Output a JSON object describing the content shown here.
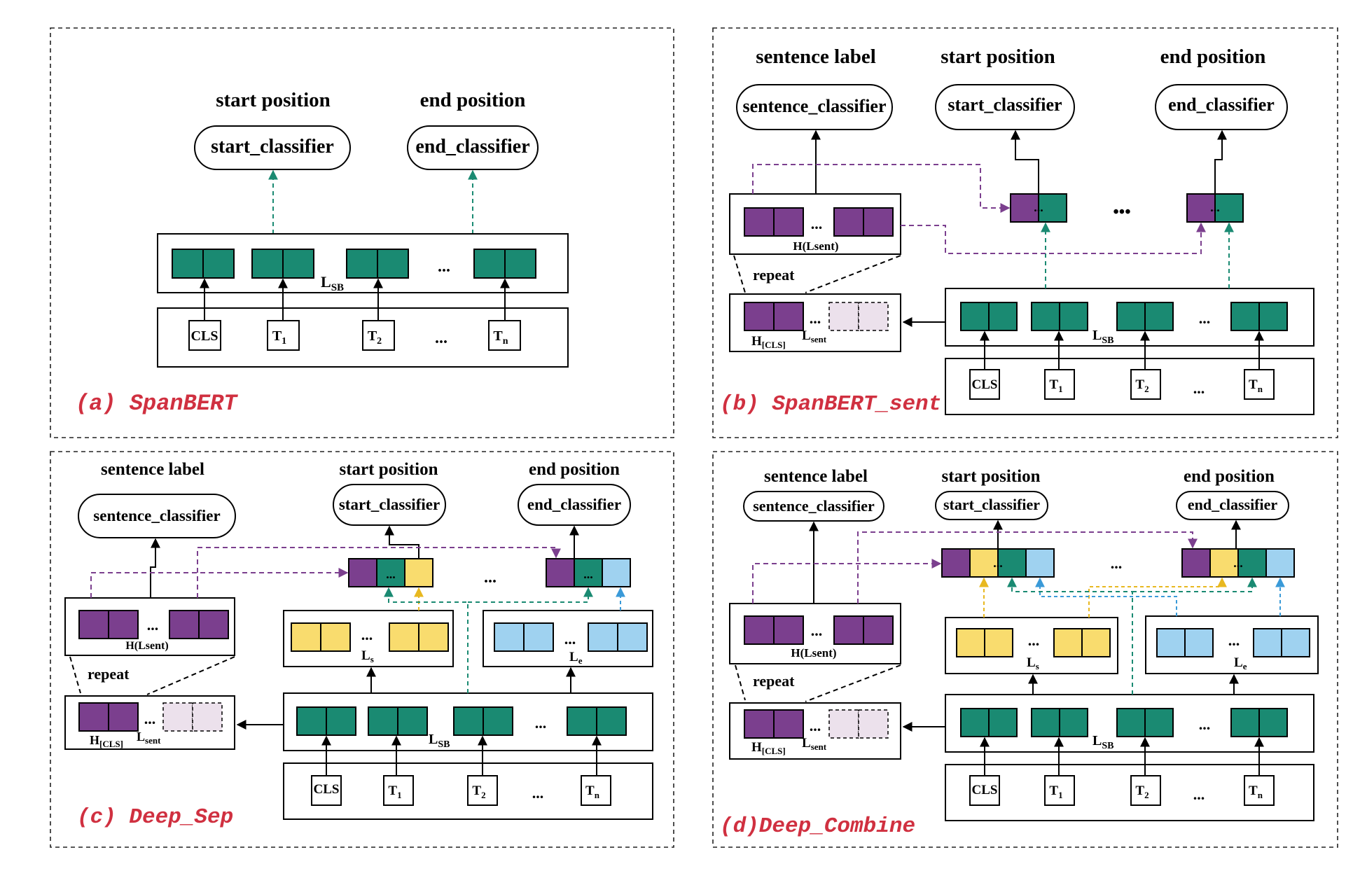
{
  "colors": {
    "purple": "#7b3f8e",
    "teal": "#1a8a72",
    "yellow": "#f9dc6e",
    "blue": "#9fd2f0",
    "light": "#ece1ec",
    "caption": "#d03040"
  },
  "labels": {
    "start_position": "start position",
    "end_position": "end position",
    "sentence_label": "sentence label",
    "start_classifier": "start_classifier",
    "end_classifier": "end_classifier",
    "sentence_classifier": "sentence_classifier",
    "lsb": "L",
    "lsb_sub": "SB",
    "ls": "L",
    "ls_sub": "s",
    "le": "L",
    "le_sub": "e",
    "lsent": "L",
    "lsent_sub": "sent",
    "hcls": "H",
    "hcls_sub": "[CLS]",
    "h_lsent": "H(Lsent)",
    "repeat": "repeat",
    "ellipsis": "...",
    "ellipsis_big": "•••",
    "tokens": [
      {
        "main": "CLS",
        "sub": ""
      },
      {
        "main": "T",
        "sub": "1"
      },
      {
        "main": "T",
        "sub": "2"
      },
      {
        "main": "T",
        "sub": "n"
      }
    ]
  },
  "captions": {
    "a": "(a) SpanBERT",
    "b": "(b) SpanBERT_sent",
    "c": "(c) Deep_Sep",
    "d": "(d)Deep_Combine"
  }
}
